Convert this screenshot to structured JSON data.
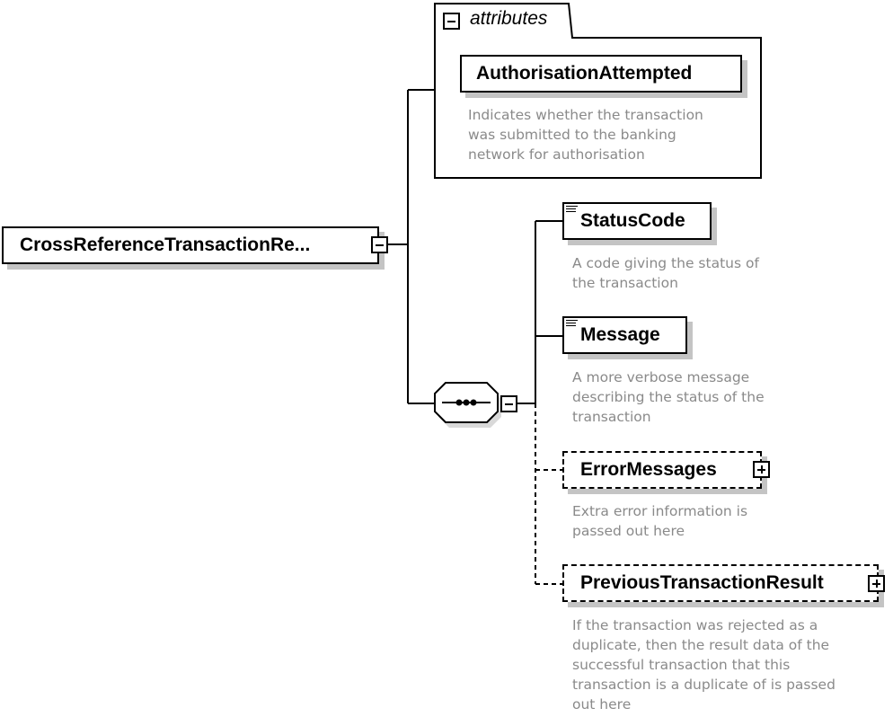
{
  "root": {
    "label": "CrossReferenceTransactionRe..."
  },
  "attributes": {
    "header": "attributes",
    "item": {
      "label": "AuthorisationAttempted",
      "description_lines": [
        "Indicates whether the transaction",
        "was submitted to the banking",
        "network for authorisation"
      ]
    }
  },
  "sequence": {
    "children": [
      {
        "label": "StatusCode",
        "description_lines": [
          "A code giving the status of",
          "the transaction"
        ]
      },
      {
        "label": "Message",
        "description_lines": [
          "A more verbose message",
          "describing the status of the",
          "transaction"
        ]
      },
      {
        "label": "ErrorMessages",
        "description_lines": [
          "Extra error information is",
          "passed out here"
        ]
      },
      {
        "label": "PreviousTransactionResult",
        "description_lines": [
          "If the transaction was rejected as a",
          "duplicate, then the result data of the",
          "successful transaction that this",
          "transaction is a duplicate of is passed",
          "out here"
        ]
      }
    ]
  }
}
